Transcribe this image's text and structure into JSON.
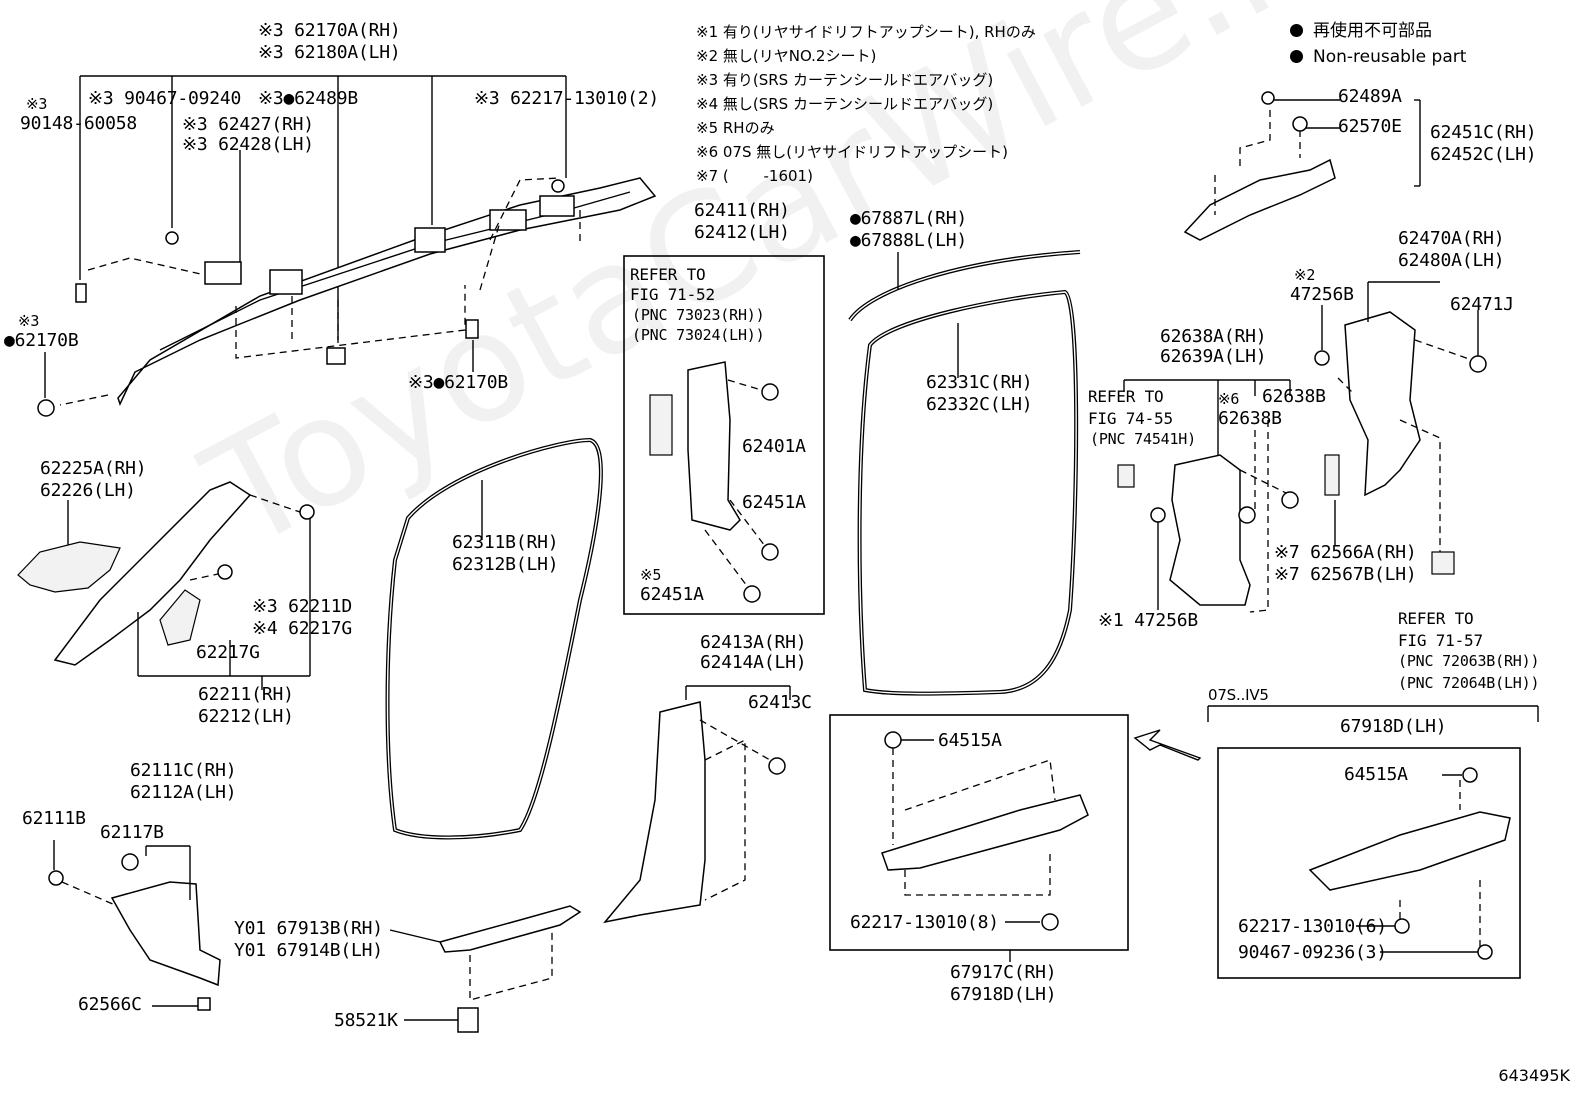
{
  "legend": {
    "jp": "再使用不可部品",
    "en": "Non-reusable part"
  },
  "notes": [
    "※1 有り(リヤサイドリフトアップシート), RHのみ",
    "※2 無し(リヤNO.2シート)",
    "※3 有り(SRS カーテンシールドエアバッグ)",
    "※4 無し(SRS カーテンシールドエアバッグ)",
    "※5 RHのみ",
    "※6 07S 無し(リヤサイドリフトアップシート)",
    "※7 (　　 -1601)"
  ],
  "watermark": "ToyotaCarWire.ru",
  "drawing_code": "643495K",
  "labels": {
    "l1": "※3 62170A(RH)",
    "l2": "※3 62180A(LH)",
    "l3": "※3",
    "l4": "90148-60058",
    "l5": "※3 90467-09240",
    "l6": "※3●62489B",
    "l7": "※3 62217-13010(2)",
    "l8": "※3 62427(RH)",
    "l9": "※3 62428(LH)",
    "l10": "※3",
    "l11": "●62170B",
    "l12": "※3●62170B",
    "l13": "62225A(RH)",
    "l14": "62226(LH)",
    "l15": "※3 62211D",
    "l16": "※4 62217G",
    "l17": "62217G",
    "l18": "62211(RH)",
    "l19": "62212(LH)",
    "l20": "62111C(RH)",
    "l21": "62112A(LH)",
    "l22": "62111B",
    "l23": "62117B",
    "l24": "62566C",
    "l25": "62311B(RH)",
    "l26": "62312B(LH)",
    "l27": "Y01 67913B(RH)",
    "l28": "Y01 67914B(LH)",
    "l29": "58521K",
    "l30": "62411(RH)",
    "l31": "62412(LH)",
    "l32": "REFER TO",
    "l33": "FIG 71-52",
    "l34": "(PNC 73023(RH))",
    "l35": "(PNC 73024(LH))",
    "l36": "62401A",
    "l37": "62451A",
    "l38": "※5",
    "l39": "62451A",
    "l40": "62413A(RH)",
    "l41": "62414A(LH)",
    "l42": "62413C",
    "l43": "●67887L(RH)",
    "l44": "●67888L(LH)",
    "l45": "62331C(RH)",
    "l46": "62332C(LH)",
    "l47": "64515A",
    "l48": "62217-13010(8)",
    "l49": "67917C(RH)",
    "l50": "67918D(LH)",
    "l51": "62638A(RH)",
    "l52": "62639A(LH)",
    "l53": "REFER TO",
    "l54": "FIG 74-55",
    "l55": "(PNC 74541H)",
    "l56": "※6",
    "l57": "62638B",
    "l58": "62638B",
    "l59": "※1 47256B",
    "l60": "62489A",
    "l61": "62570E",
    "l62": "62451C(RH)",
    "l63": "62452C(LH)",
    "l64": "※2",
    "l65": "47256B",
    "l66": "62470A(RH)",
    "l67": "62480A(LH)",
    "l68": "62471J",
    "l69": "※7 62566A(RH)",
    "l70": "※7 62567B(LH)",
    "l71": "REFER TO",
    "l72": "FIG 71-57",
    "l73": "(PNC 72063B(RH))",
    "l74": "(PNC 72064B(LH))",
    "l75": "07S..IV5",
    "l76": "67918D(LH)",
    "l77": "64515A",
    "l78": "62217-13010(6)",
    "l79": "90467-09236(3)"
  }
}
